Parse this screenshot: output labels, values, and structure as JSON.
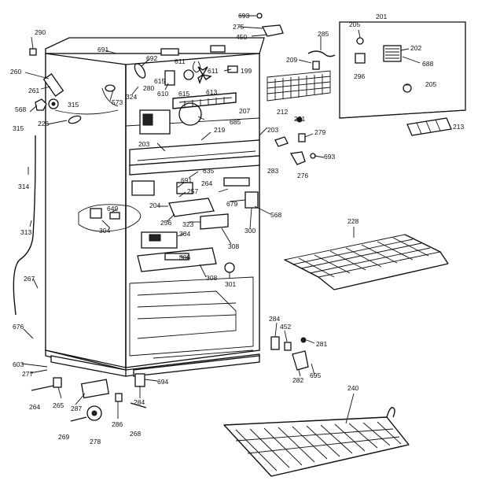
{
  "callouts": {
    "c290": "290",
    "c691a": "691",
    "c260": "260",
    "c261": "261",
    "c568a": "568",
    "c315a": "315",
    "c315b": "315",
    "c226": "226",
    "c314": "314",
    "c313": "313",
    "c267": "267",
    "c676": "676",
    "c603": "603",
    "c277": "277",
    "c264": "264",
    "c265": "265",
    "c287": "287",
    "c269": "269",
    "c278": "278",
    "c286": "286",
    "c268": "268",
    "c694": "694",
    "c284a": "284",
    "c280": "280",
    "c573": "573",
    "c324": "324",
    "c692": "692",
    "c615a": "615",
    "c611a": "611",
    "c611b": "611",
    "c610": "610",
    "c615b": "615",
    "c613": "613",
    "c207": "207",
    "c685": "685",
    "c219": "219",
    "c199": "199",
    "c203a": "203",
    "c203b": "203",
    "c693a": "693",
    "c275": "275",
    "c450": "450",
    "c285": "285",
    "c209": "209",
    "c212": "212",
    "c281a": "281",
    "c279": "279",
    "c693b": "693",
    "c276": "276",
    "c283": "283",
    "c201": "201",
    "c205": "205",
    "c202": "202",
    "c688": "688",
    "c296": "296",
    "c205b": "205",
    "c213": "213",
    "c635": "635",
    "c691b": "691",
    "c264b": "264",
    "c257": "257",
    "c679": "679",
    "c568b": "568",
    "c649": "649",
    "c204": "204",
    "c256": "256",
    "c323": "323",
    "c304a": "304",
    "c304b": "304",
    "c308": "308",
    "c300": "300",
    "c306": "306",
    "c308b": "308",
    "c301": "301",
    "c228": "228",
    "c284b": "284",
    "c452": "452",
    "c281b": "281",
    "c282": "282",
    "c695": "695",
    "c240": "240"
  }
}
